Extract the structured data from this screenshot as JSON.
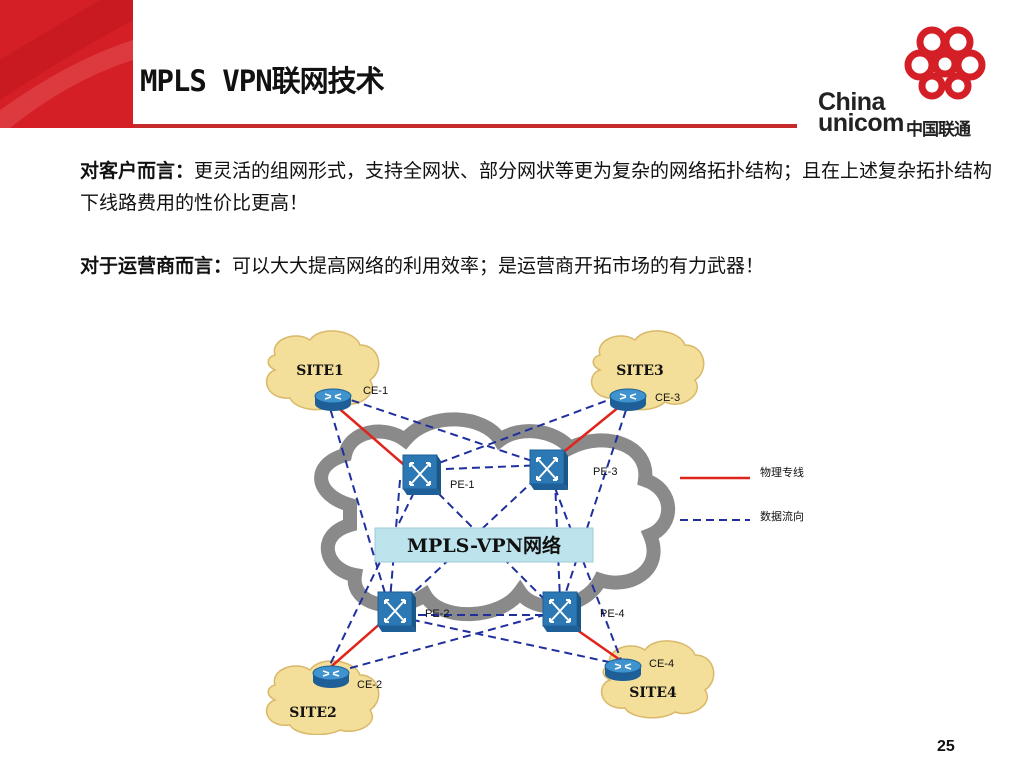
{
  "slide": {
    "title": "MPLS VPN联网技术",
    "page_number": "25"
  },
  "logo": {
    "line1": "China",
    "line2": "unicom",
    "cn_name": "中国联通",
    "brand_color": "#d41f26"
  },
  "body": {
    "p1_label": "对客户而言：",
    "p1_text": "更灵活的组网形式，支持全网状、部分网状等更为复杂的网络拓扑结构；且在上述复杂拓扑结构下线路费用的性价比更高！",
    "p2_label": "对于运营商而言：",
    "p2_text": "可以大大提高网络的利用效率；是运营商开拓市场的有力武器！"
  },
  "diagram": {
    "network_label": "MPLS-VPN网络",
    "sites": [
      "SITE1",
      "SITE2",
      "SITE3",
      "SITE4"
    ],
    "ce_labels": [
      "CE-1",
      "CE-2",
      "CE-3",
      "CE-4"
    ],
    "pe_labels": [
      "PE-1",
      "PE-2",
      "PE-3",
      "PE-4"
    ],
    "legend": {
      "physical": "物理专线",
      "dataflow": "数据流向"
    },
    "colors": {
      "physical_line": "#e0241c",
      "data_flow": "#1f2f9e",
      "cloud_fill": "#f3df9a",
      "network_cloud": "#888888",
      "label_box": "#bde3ec",
      "router": "#2b78b5"
    }
  }
}
